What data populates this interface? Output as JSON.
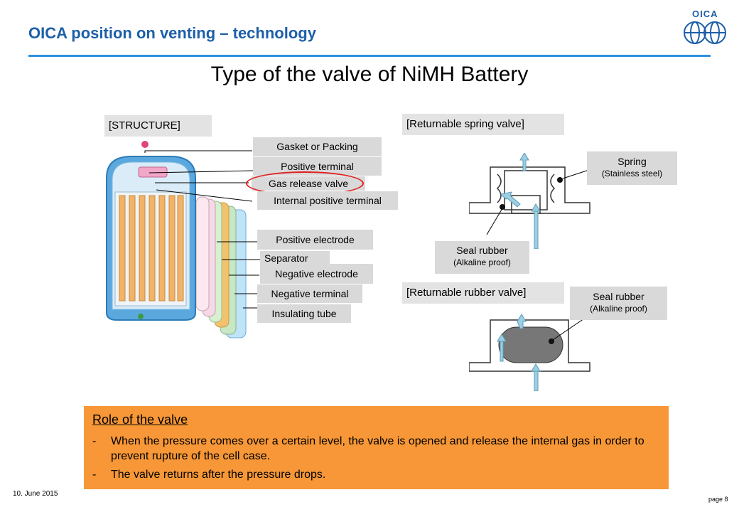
{
  "header": {
    "title": "OICA position on venting – technology",
    "logo_text": "OICA"
  },
  "slide_title": "Type of the valve of NiMH Battery",
  "structure": {
    "tag": "[STRUCTURE]",
    "labels": [
      "Gasket or Packing",
      "Positive terminal",
      "Gas release valve",
      "Internal positive terminal",
      "Positive electrode",
      "Separator",
      "Negative electrode",
      "Negative terminal",
      "Insulating tube"
    ]
  },
  "spring_valve": {
    "tag": "[Returnable spring valve]",
    "spring_label": "Spring",
    "spring_sub": "(Stainless steel)",
    "seal_label": "Seal rubber",
    "seal_sub": "(Alkaline proof)"
  },
  "rubber_valve": {
    "tag": "[Returnable rubber valve]",
    "seal_label": "Seal rubber",
    "seal_sub": "(Alkaline proof)"
  },
  "role": {
    "title": "Role of the valve",
    "items": [
      "When the pressure comes over a certain level, the valve is opened and release the internal gas in order to prevent rupture of the cell case.",
      "The valve returns after the pressure drops."
    ]
  },
  "footer": {
    "date": "10. June 2015",
    "page": "page 8"
  },
  "colors": {
    "accent": "#1d5fa8",
    "rule": "#2f8fe0",
    "highlight": "#e02020",
    "role_bg": "#f79737"
  }
}
